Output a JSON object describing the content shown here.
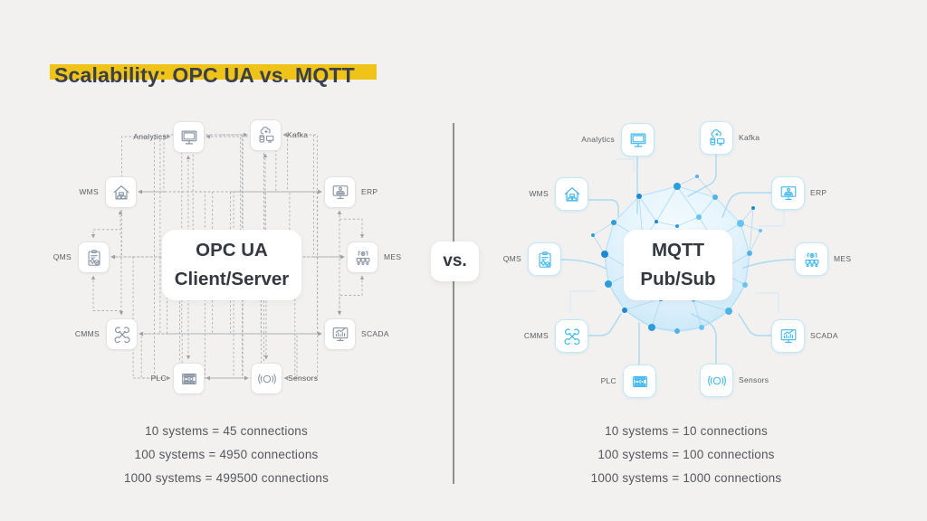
{
  "title": "Scalability: OPC UA vs. MQTT",
  "vs_label": "vs.",
  "left": {
    "heading_line1": "OPC UA",
    "heading_line2": "Client/Server",
    "nodes": [
      {
        "label": "Analytics",
        "icon": "analytics-icon"
      },
      {
        "label": "Kafka",
        "icon": "kafka-icon"
      },
      {
        "label": "WMS",
        "icon": "wms-icon"
      },
      {
        "label": "ERP",
        "icon": "erp-icon"
      },
      {
        "label": "QMS",
        "icon": "qms-icon"
      },
      {
        "label": "MES",
        "icon": "mes-icon"
      },
      {
        "label": "CMMS",
        "icon": "cmms-icon"
      },
      {
        "label": "SCADA",
        "icon": "scada-icon"
      },
      {
        "label": "PLC",
        "icon": "plc-icon"
      },
      {
        "label": "Sensors",
        "icon": "sensors-icon"
      }
    ],
    "stats": [
      "10 systems = 45 connections",
      "100 systems = 4950 connections",
      "1000 systems = 499500 connections"
    ]
  },
  "right": {
    "heading_line1": "MQTT",
    "heading_line2": "Pub/Sub",
    "nodes": [
      {
        "label": "Analytics",
        "icon": "analytics-icon"
      },
      {
        "label": "Kafka",
        "icon": "kafka-icon"
      },
      {
        "label": "WMS",
        "icon": "wms-icon"
      },
      {
        "label": "ERP",
        "icon": "erp-icon"
      },
      {
        "label": "QMS",
        "icon": "qms-icon"
      },
      {
        "label": "MES",
        "icon": "mes-icon"
      },
      {
        "label": "CMMS",
        "icon": "cmms-icon"
      },
      {
        "label": "SCADA",
        "icon": "scada-icon"
      },
      {
        "label": "PLC",
        "icon": "plc-icon"
      },
      {
        "label": "Sensors",
        "icon": "sensors-icon"
      }
    ],
    "stats": [
      "10 systems = 10 connections",
      "100 systems = 100 connections",
      "1000 systems = 1000 connections"
    ]
  },
  "colors": {
    "accent_yellow": "#F0C319",
    "accent_blue": "#3FB7F0",
    "mesh_dot_blue": "#2D9CDB",
    "mesh_line_blue": "#A5D6F3",
    "left_line_gray": "#ABAEB3",
    "text_dark": "#34383F",
    "background": "#F2F1EF"
  }
}
